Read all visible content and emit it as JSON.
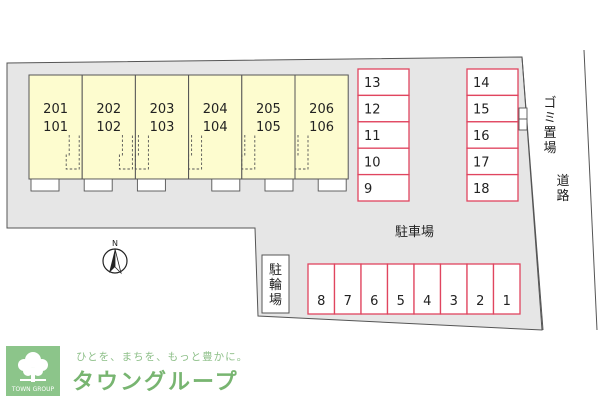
{
  "units": [
    {
      "upper": "201",
      "lower": "101"
    },
    {
      "upper": "202",
      "lower": "102"
    },
    {
      "upper": "203",
      "lower": "103"
    },
    {
      "upper": "204",
      "lower": "104"
    },
    {
      "upper": "205",
      "lower": "105"
    },
    {
      "upper": "206",
      "lower": "106"
    }
  ],
  "parking_col_a": [
    "13",
    "12",
    "11",
    "10",
    "9"
  ],
  "parking_col_b": [
    "14",
    "15",
    "16",
    "17",
    "18"
  ],
  "parking_bottom": [
    "8",
    "7",
    "6",
    "5",
    "4",
    "3",
    "2",
    "1"
  ],
  "labels": {
    "parking_lot": "駐車場",
    "bike_parking": "駐輪場",
    "garbage": "ゴミ置場",
    "road": "道路",
    "north": "N"
  },
  "brand": {
    "tagline": "ひとを、まちを、もっと豊かに。",
    "name": "タウングループ",
    "logo_text": "TOWN GROUP"
  },
  "colors": {
    "unit_fill": "#fdfccf",
    "parking_stroke": "#e0455f",
    "ground": "#e6e6e6",
    "brand_green": "#78b571"
  }
}
